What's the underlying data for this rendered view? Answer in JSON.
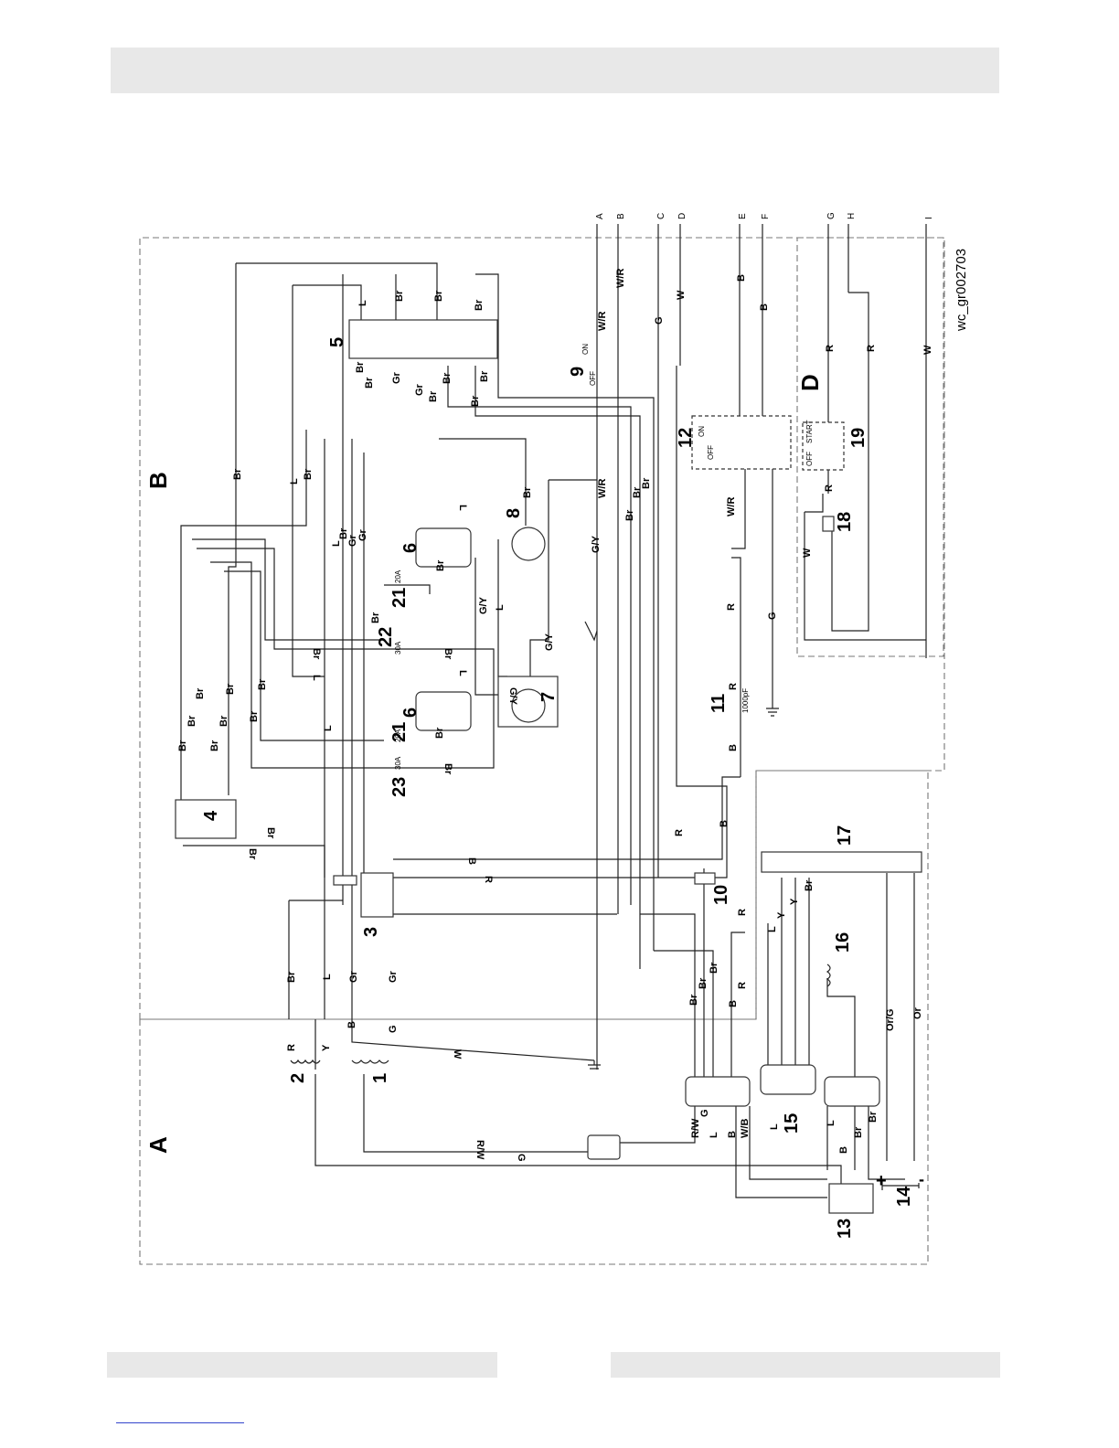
{
  "header": {
    "text": ""
  },
  "footer": {
    "left": "",
    "right": ""
  },
  "diagram": {
    "id_label": "wc_gr002703",
    "section_labels": [
      "A",
      "B",
      "D"
    ],
    "terminal_letters": [
      "A",
      "B",
      "C",
      "D",
      "E",
      "F",
      "G",
      "H",
      "I"
    ],
    "component_numbers": [
      "1",
      "2",
      "3",
      "4",
      "5",
      "6",
      "6",
      "7",
      "8",
      "9",
      "10",
      "11",
      "12",
      "13",
      "14",
      "15",
      "16",
      "17",
      "18",
      "19",
      "21",
      "21",
      "22",
      "23"
    ],
    "switch_labels": {
      "on": "ON",
      "off": "OFF",
      "start": "START"
    },
    "breaker_ratings": {
      "b21a": "20A",
      "b21b": "20A",
      "b22": "30A",
      "b23": "30A"
    },
    "capacitor_rating": "1000pF",
    "battery_plus": "+",
    "battery_minus": "-",
    "wire_colors": {
      "Br": "Br",
      "L": "L",
      "Gr": "Gr",
      "R": "R",
      "Y": "Y",
      "B": "B",
      "W": "W",
      "G": "G",
      "G/Y": "G/Y",
      "W/R": "W/R",
      "R/W": "R/W",
      "W/B": "W/B",
      "Or": "Or",
      "Or/G": "Or/G"
    }
  }
}
